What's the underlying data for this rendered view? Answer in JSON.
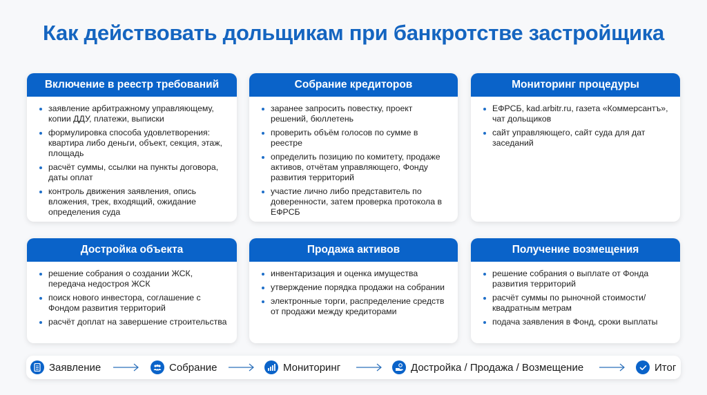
{
  "title": "Как действовать дольщикам при банкротстве застройщика",
  "colors": {
    "accent": "#0a63c9",
    "title": "#1565c0",
    "background": "#f7f8fa"
  },
  "cards": [
    {
      "heading": "Включение в реестр требований",
      "items": [
        "заявление арбитражному управляющему, копии ДДУ, платежи, выписки",
        "формулировка способа удовлетворения: квартира либо деньги, объект, секция, этаж, площадь",
        "расчёт суммы, ссылки на пункты договора, даты оплат",
        "контроль движения заявления, опись вложения, трек, входящий, ожидание определения суда"
      ]
    },
    {
      "heading": "Собрание кредиторов",
      "items": [
        "заранее запросить повестку, проект решений, бюллетень",
        "проверить объём голосов по сумме в реестре",
        "определить позицию по комитету, продаже активов, отчётам управляющего, Фонду развития территорий",
        "участие лично либо представитель по доверенности, затем проверка протокола в ЕФРСБ"
      ]
    },
    {
      "heading": "Мониторинг процедуры",
      "items": [
        "ЕФРСБ, kad.arbitr.ru, газета «Коммерсантъ», чат дольщиков",
        "сайт управляющего, сайт суда для дат заседаний"
      ]
    },
    {
      "heading": "Достройка объекта",
      "items": [
        "решение собрания о создании ЖСК, передача недостроя ЖСК",
        "поиск нового инвестора, соглашение с Фондом развития территорий",
        "расчёт доплат на завершение строительства"
      ]
    },
    {
      "heading": "Продажа активов",
      "items": [
        "инвентаризация и оценка имущества",
        "утверждение порядка продажи на собрании",
        "электронные торги, распределение средств от продажи между кредиторами"
      ]
    },
    {
      "heading": "Получение возмещения",
      "items": [
        "решение собрания о выплате от Фонда развития территорий",
        "расчёт суммы по рыночной стоимости/квадратным метрам",
        "подача заявления в Фонд, сроки выплаты"
      ]
    }
  ],
  "flow": {
    "steps": [
      {
        "label": "Заявление",
        "icon": "document-icon"
      },
      {
        "label": "Собрание",
        "icon": "people-group-icon"
      },
      {
        "label": "Мониторинг",
        "icon": "bar-chart-icon"
      },
      {
        "label": "Достройка / Продажа / Возмещение",
        "icon": "hand-coin-icon"
      },
      {
        "label": "Итог",
        "icon": "checkmark-icon"
      }
    ]
  }
}
